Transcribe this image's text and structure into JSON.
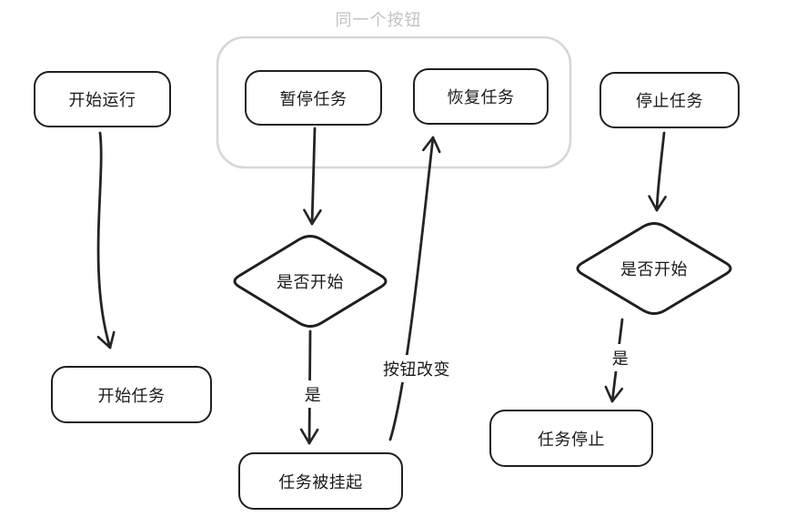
{
  "diagram": {
    "group": {
      "label": "同一个按钮"
    },
    "nodes": {
      "start_run": {
        "label": "开始运行"
      },
      "pause_task": {
        "label": "暂停任务"
      },
      "resume_task": {
        "label": "恢复任务"
      },
      "stop_task": {
        "label": "停止任务"
      },
      "decision_mid": {
        "label": "是否开始"
      },
      "decision_right": {
        "label": "是否开始"
      },
      "start_task": {
        "label": "开始任务"
      },
      "task_suspended": {
        "label": "任务被挂起"
      },
      "task_stopped": {
        "label": "任务停止"
      }
    },
    "edges": {
      "yes_mid": {
        "label": "是"
      },
      "yes_right": {
        "label": "是"
      },
      "button_change": {
        "label": "按钮改变"
      }
    },
    "colors": {
      "node_stroke": "#1f1f1f",
      "arrow_stroke": "#242424",
      "group_stroke": "#d7d7d7",
      "group_label_color": "#c3c3c3",
      "text": "#1a1a1a",
      "background": "#ffffff"
    }
  }
}
